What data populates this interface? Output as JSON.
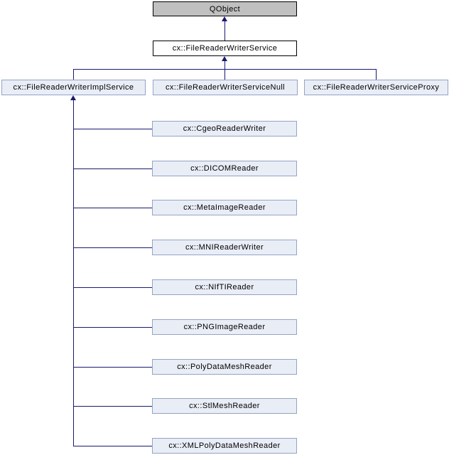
{
  "diagram": {
    "type": "class-inheritance-graph",
    "nodes": {
      "root": {
        "label": "QObject"
      },
      "base": {
        "label": "cx::FileReaderWriterService"
      },
      "level2": [
        {
          "label": "cx::FileReaderWriterImplService"
        },
        {
          "label": "cx::FileReaderWriterServiceNull"
        },
        {
          "label": "cx::FileReaderWriterServiceProxy"
        }
      ],
      "implementations": [
        {
          "label": "cx::CgeoReaderWriter"
        },
        {
          "label": "cx::DICOMReader"
        },
        {
          "label": "cx::MetaImageReader"
        },
        {
          "label": "cx::MNIReaderWriter"
        },
        {
          "label": "cx::NIfTIReader"
        },
        {
          "label": "cx::PNGImageReader"
        },
        {
          "label": "cx::PolyDataMeshReader"
        },
        {
          "label": "cx::StlMeshReader"
        },
        {
          "label": "cx::XMLPolyDataMeshReader"
        }
      ]
    },
    "colors": {
      "edge": "#191970",
      "root_fill": "#c0c0c0",
      "root_border": "#000000",
      "base_fill": "#ffffff",
      "base_border": "#000000",
      "node_fill": "#e9edf6",
      "node_border": "#95a3c4",
      "text": "#000000",
      "background": "#ffffff"
    }
  }
}
